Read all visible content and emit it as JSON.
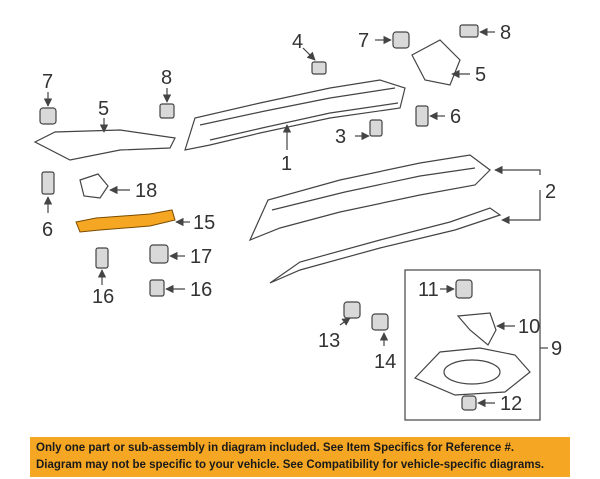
{
  "callouts": {
    "c1": "1",
    "c2": "2",
    "c3": "3",
    "c4": "4",
    "c5a": "5",
    "c5b": "5",
    "c6a": "6",
    "c6b": "6",
    "c7a": "7",
    "c7b": "7",
    "c8a": "8",
    "c8b": "8",
    "c9": "9",
    "c10": "10",
    "c11": "11",
    "c12": "12",
    "c13": "13",
    "c14": "14",
    "c15": "15",
    "c16a": "16",
    "c16b": "16",
    "c17": "17",
    "c18": "18"
  },
  "notice": {
    "line1": "Only one part or sub-assembly in diagram included. See Item Specifics for Reference #.",
    "line2": "Diagram may not be specific to your vehicle. See Compatibility for vehicle-specific diagrams."
  },
  "colors": {
    "highlight": "#f5a623",
    "notice_bg": "#f5a623",
    "line": "#444444"
  }
}
